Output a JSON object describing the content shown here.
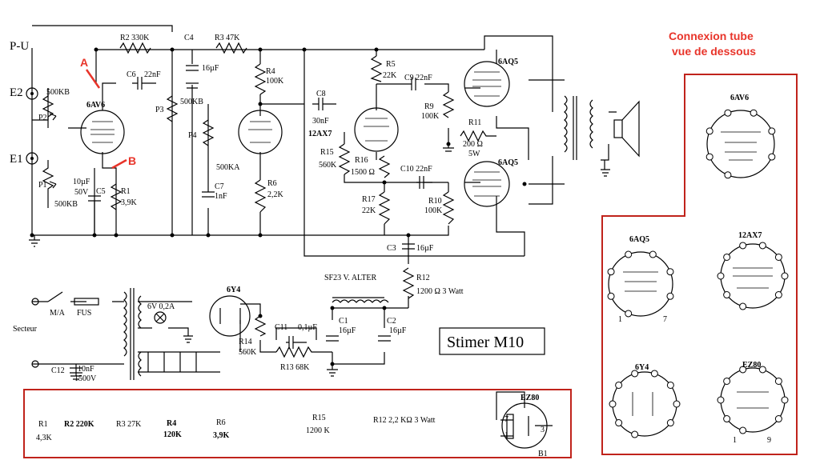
{
  "title_box": "Stimer M10",
  "connexion_title_line1": "Connexion tube",
  "connexion_title_line2": "vue de dessous",
  "inputs": {
    "pu": "P-U",
    "e2": "E2",
    "e1": "E1",
    "secteur": "Secteur",
    "ma": "M/A",
    "fus": "FUS"
  },
  "markers": {
    "a": "A",
    "b": "B"
  },
  "tubes": {
    "v1": "6AV6",
    "v2": "12AX7",
    "v3": "6AQ5",
    "v4": "6AQ5",
    "v5": "6Y4"
  },
  "components": {
    "r2": "R2  330K",
    "r3": "R3  47K",
    "c4": "C4",
    "c4v": "16µF",
    "c6": "C6",
    "c6v": "22nF",
    "r4": "R4",
    "r4v": "100K",
    "p2": "P2",
    "p2v": "500KB",
    "p1": "P1",
    "p1v": "500KB",
    "p3": "P3",
    "p3v": "500KB",
    "p4": "P4",
    "p4v": "500KA",
    "c5": "C5",
    "c5v1": "10µF",
    "c5v2": "50V",
    "r1": "R1",
    "r1v": "3,9K",
    "c7": "C7",
    "c7v": "1nF",
    "r6": "R6",
    "r6v": "2,2K",
    "c8": "C8",
    "c8v": "30nF",
    "r5": "R5",
    "r5v": "22K",
    "c9": "C9 22nF",
    "r9": "R9",
    "r9v": "100K",
    "r11": "R11",
    "r11v1": "200 Ω",
    "r11v2": "5W",
    "r15": "R15",
    "r15v": "560K",
    "r16": "R16",
    "r16v": "1500 Ω",
    "c10": "C10  22nF",
    "r17": "R17",
    "r17v": "22K",
    "r10": "R10",
    "r10v": "100K",
    "c3": "C3",
    "c3v": "16µF",
    "r12": "R12",
    "r12v": "1200 Ω  3 Watt",
    "choke": "SF23 V. ALTER",
    "heater": "6V 0,2A",
    "c1": "C1",
    "c1v": "16µF",
    "c2": "C2",
    "c2v": "16µF",
    "c11": "C11",
    "c11v": "0,1µF",
    "r13": "R13  68K",
    "r14": "R14",
    "r14v": "560K",
    "c12": "C12",
    "c12v1": "10nF",
    "c12v2": "1500V"
  },
  "variants": {
    "r1": "R1",
    "r1v": "4,3K",
    "r2": "R2  220K",
    "r3": "R3  27K",
    "r4": "R4",
    "r4v": "120K",
    "r6": "R6",
    "r6v": "3,9K",
    "r15": "R15",
    "r15v": "1200 K",
    "r12": "R12  2,2 KΩ  3 Watt",
    "ez80": "EZ80",
    "pin7": "7",
    "pin1": "1",
    "pin3": "3",
    "b1": "B1"
  },
  "sockets": [
    {
      "name": "6AV6"
    },
    {
      "name": "6AQ5",
      "pin_a": "1",
      "pin_b": "7"
    },
    {
      "name": "12AX7"
    },
    {
      "name": "6Y4"
    },
    {
      "name": "EZ80",
      "pin_a": "1",
      "pin_b": "9"
    }
  ]
}
